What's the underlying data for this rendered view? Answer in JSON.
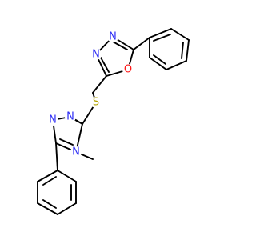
{
  "molecule": {
    "atoms": {
      "n_top_left": {
        "symbol": "N",
        "color": "#2e2ef5"
      },
      "n_top_right": {
        "symbol": "N",
        "color": "#2e2ef5"
      },
      "o_ring": {
        "symbol": "O",
        "color": "#ff1a1a"
      },
      "s_linker": {
        "symbol": "S",
        "color": "#b3a300"
      },
      "n_mid_a": {
        "symbol": "N",
        "color": "#2e2ef5"
      },
      "n_mid_b": {
        "symbol": "N",
        "color": "#2e2ef5"
      },
      "n_methyl": {
        "symbol": "N",
        "color": "#2e2ef5"
      }
    },
    "bond_color": "#000000"
  }
}
